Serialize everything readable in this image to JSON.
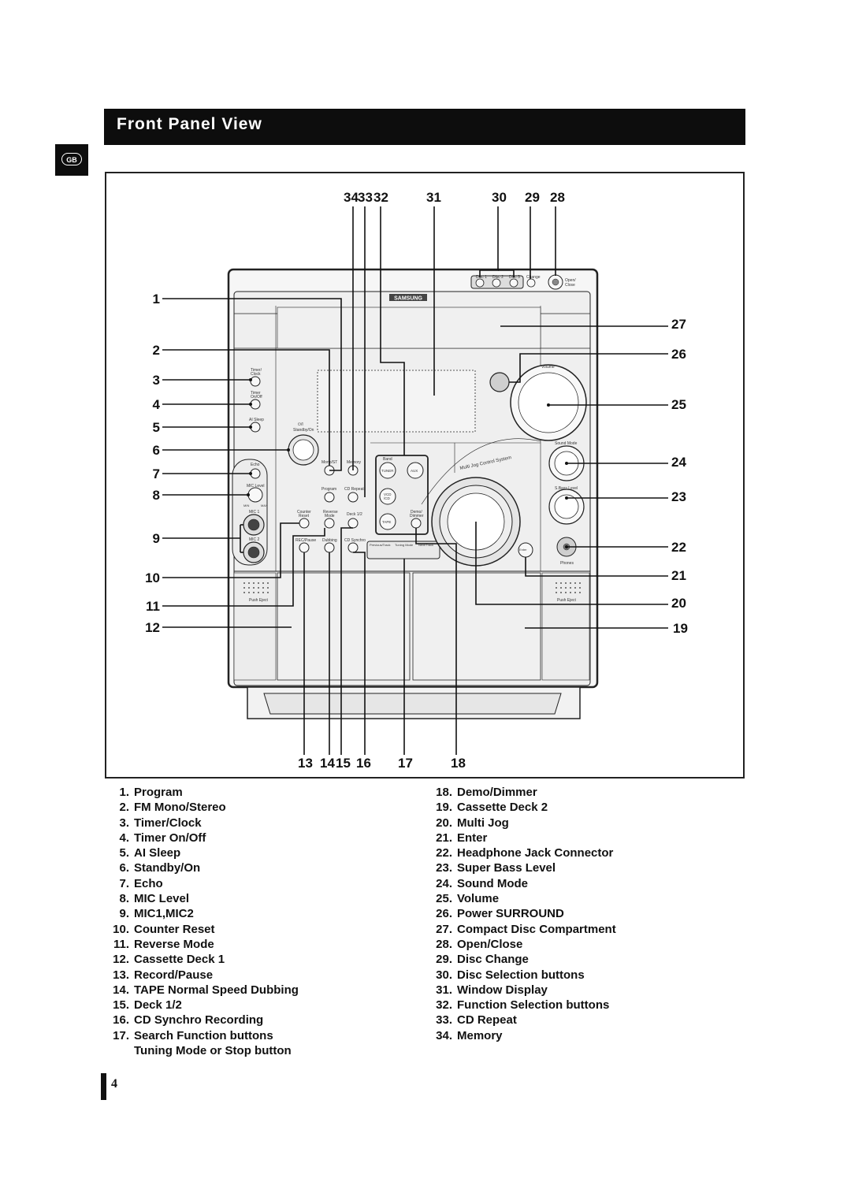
{
  "header": {
    "title": "Front Panel View",
    "lang_badge": "GB"
  },
  "device": {
    "brand": "SAMSUNG",
    "panel_labels": {
      "disc1": "Disc 1",
      "disc2": "Disc 2",
      "disc3": "Disc 3",
      "disc_change": "Change",
      "open_close_1": "Open/",
      "open_close_2": "Close",
      "timer_clock_1": "Timer/",
      "timer_clock_2": "Clock",
      "timer_onoff_1": "Timer",
      "timer_onoff_2": "On/Off",
      "ai_sleep": "AI Sleep",
      "standby_symbol": "⏻/I",
      "standby": "Standby/On",
      "echo": "Echo",
      "mic_level": "MIC Level",
      "min": "MIN",
      "max": "MAX",
      "mic1": "MIC 1",
      "mic2": "MIC 2",
      "mono_st": "Mono/ST",
      "memory": "Memory",
      "program": "Program",
      "cd_repeat": "CD Repeat",
      "counter_reset_1": "Counter",
      "counter_reset_2": "Reset",
      "reverse_mode_1": "Reverse",
      "reverse_mode_2": "Mode",
      "deck12": "Deck 1/2",
      "rec_pause": "REC/Pause",
      "dubbing": "Dubbing",
      "cd_synchro": "CD Synchro",
      "band": "Band",
      "tuner": "TUNER",
      "aux": "AUX",
      "vcd": "VCD",
      "cd": "/CD",
      "tape": "TAPE",
      "demo_1": "Demo/",
      "demo_2": "Dimmer",
      "prev_track": "Previous/Track",
      "tuning_mode": "Tuning Mode",
      "next_track": "Next/Track",
      "multi_jog": "Multi Jog  Control  System",
      "volume": "Volume",
      "sound_mode": "Sound Mode",
      "s_bass_level": "S.Bass Level",
      "enter": "Enter",
      "phones": "Phones",
      "push_eject": "Push Eject"
    }
  },
  "callouts": {
    "top": [
      "34",
      "33",
      "32",
      "31",
      "30",
      "29",
      "28"
    ],
    "left": [
      "1",
      "2",
      "3",
      "4",
      "5",
      "6",
      "7",
      "8",
      "9",
      "10",
      "11",
      "12"
    ],
    "right": [
      "27",
      "26",
      "25",
      "24",
      "23",
      "22",
      "21",
      "20",
      "19"
    ],
    "bottom": [
      "13",
      "14",
      "15",
      "16",
      "17",
      "18"
    ]
  },
  "legend_left": [
    {
      "num": "1.",
      "label": "Program"
    },
    {
      "num": "2.",
      "label": "FM Mono/Stereo"
    },
    {
      "num": "3.",
      "label": "Timer/Clock"
    },
    {
      "num": "4.",
      "label": "Timer On/Off"
    },
    {
      "num": "5.",
      "label": "AI Sleep"
    },
    {
      "num": "6.",
      "label": "Standby/On"
    },
    {
      "num": "7.",
      "label": "Echo"
    },
    {
      "num": "8.",
      "label": "MIC Level"
    },
    {
      "num": "9.",
      "label": "MIC1,MIC2"
    },
    {
      "num": "10.",
      "label": "Counter Reset"
    },
    {
      "num": "11.",
      "label": "Reverse Mode"
    },
    {
      "num": "12.",
      "label": "Cassette Deck 1"
    },
    {
      "num": "13.",
      "label": "Record/Pause"
    },
    {
      "num": "14.",
      "label": "TAPE Normal Speed Dubbing"
    },
    {
      "num": "15.",
      "label": "Deck 1/2"
    },
    {
      "num": "16.",
      "label": "CD Synchro Recording"
    },
    {
      "num": "17.",
      "label": "Search Function buttons"
    },
    {
      "num": "",
      "label": "Tuning Mode or Stop button"
    }
  ],
  "legend_right": [
    {
      "num": "18.",
      "label": "Demo/Dimmer"
    },
    {
      "num": "19.",
      "label": "Cassette Deck 2"
    },
    {
      "num": "20.",
      "label": "Multi Jog"
    },
    {
      "num": "21.",
      "label": "Enter"
    },
    {
      "num": "22.",
      "label": "Headphone Jack Connector"
    },
    {
      "num": "23.",
      "label": "Super Bass Level"
    },
    {
      "num": "24.",
      "label": "Sound Mode"
    },
    {
      "num": "25.",
      "label": "Volume"
    },
    {
      "num": "26.",
      "label": "Power SURROUND"
    },
    {
      "num": "27.",
      "label": "Compact Disc Compartment"
    },
    {
      "num": "28.",
      "label": "Open/Close"
    },
    {
      "num": "29.",
      "label": "Disc Change"
    },
    {
      "num": "30.",
      "label": "Disc Selection buttons"
    },
    {
      "num": "31.",
      "label": "Window Display"
    },
    {
      "num": "32.",
      "label": "Function Selection buttons"
    },
    {
      "num": "33.",
      "label": "CD Repeat"
    },
    {
      "num": "34.",
      "label": "Memory"
    }
  ],
  "page_number": "4"
}
